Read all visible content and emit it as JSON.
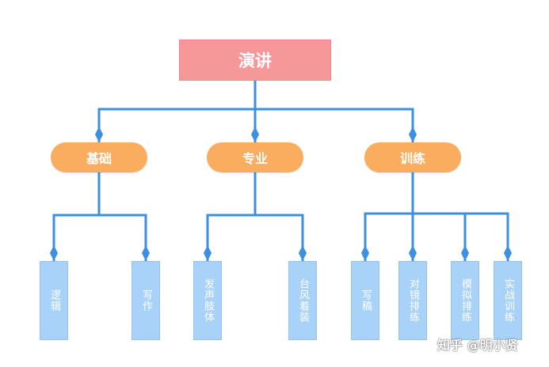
{
  "root": {
    "label": "演讲"
  },
  "categories": [
    {
      "label": "基础",
      "children": [
        {
          "label": "逻辑"
        },
        {
          "label": "写作"
        }
      ]
    },
    {
      "label": "专业",
      "children": [
        {
          "label": "发声肢体"
        },
        {
          "label": "台风着装"
        }
      ]
    },
    {
      "label": "训练",
      "children": [
        {
          "label": "写稿"
        },
        {
          "label": "对镜排练"
        },
        {
          "label": "模拟排练"
        },
        {
          "label": "实战训练"
        }
      ]
    }
  ],
  "watermark": "知乎 @明小贤",
  "colors": {
    "root": "#f6979a",
    "category": "#fbad5f",
    "leaf": "#a9d2f8",
    "connector": "#3d8fe0"
  }
}
